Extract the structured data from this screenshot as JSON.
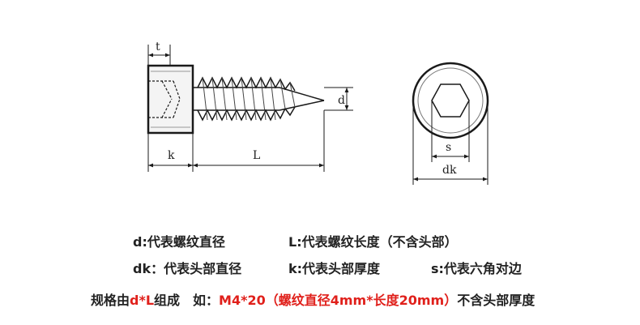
{
  "dimension_labels": {
    "t": "t",
    "d": "d",
    "k": "k",
    "L": "L",
    "s": "s",
    "dk": "dk"
  },
  "legend": {
    "d": "d:代表螺纹直径",
    "L": "L:代表螺纹长度（不含头部）",
    "dk": "dk：代表头部直径",
    "k": "k:代表头部厚度",
    "s": "s:代表六角对边"
  },
  "spec": {
    "prefix": "规格由",
    "formula": "d*L",
    "mid": "组成　如：",
    "example": "M4*20（螺纹直径4mm*长度20mm）",
    "suffix": "不含头部厚度"
  },
  "colors": {
    "accent": "#e0201b",
    "line": "#1a1a1a"
  }
}
